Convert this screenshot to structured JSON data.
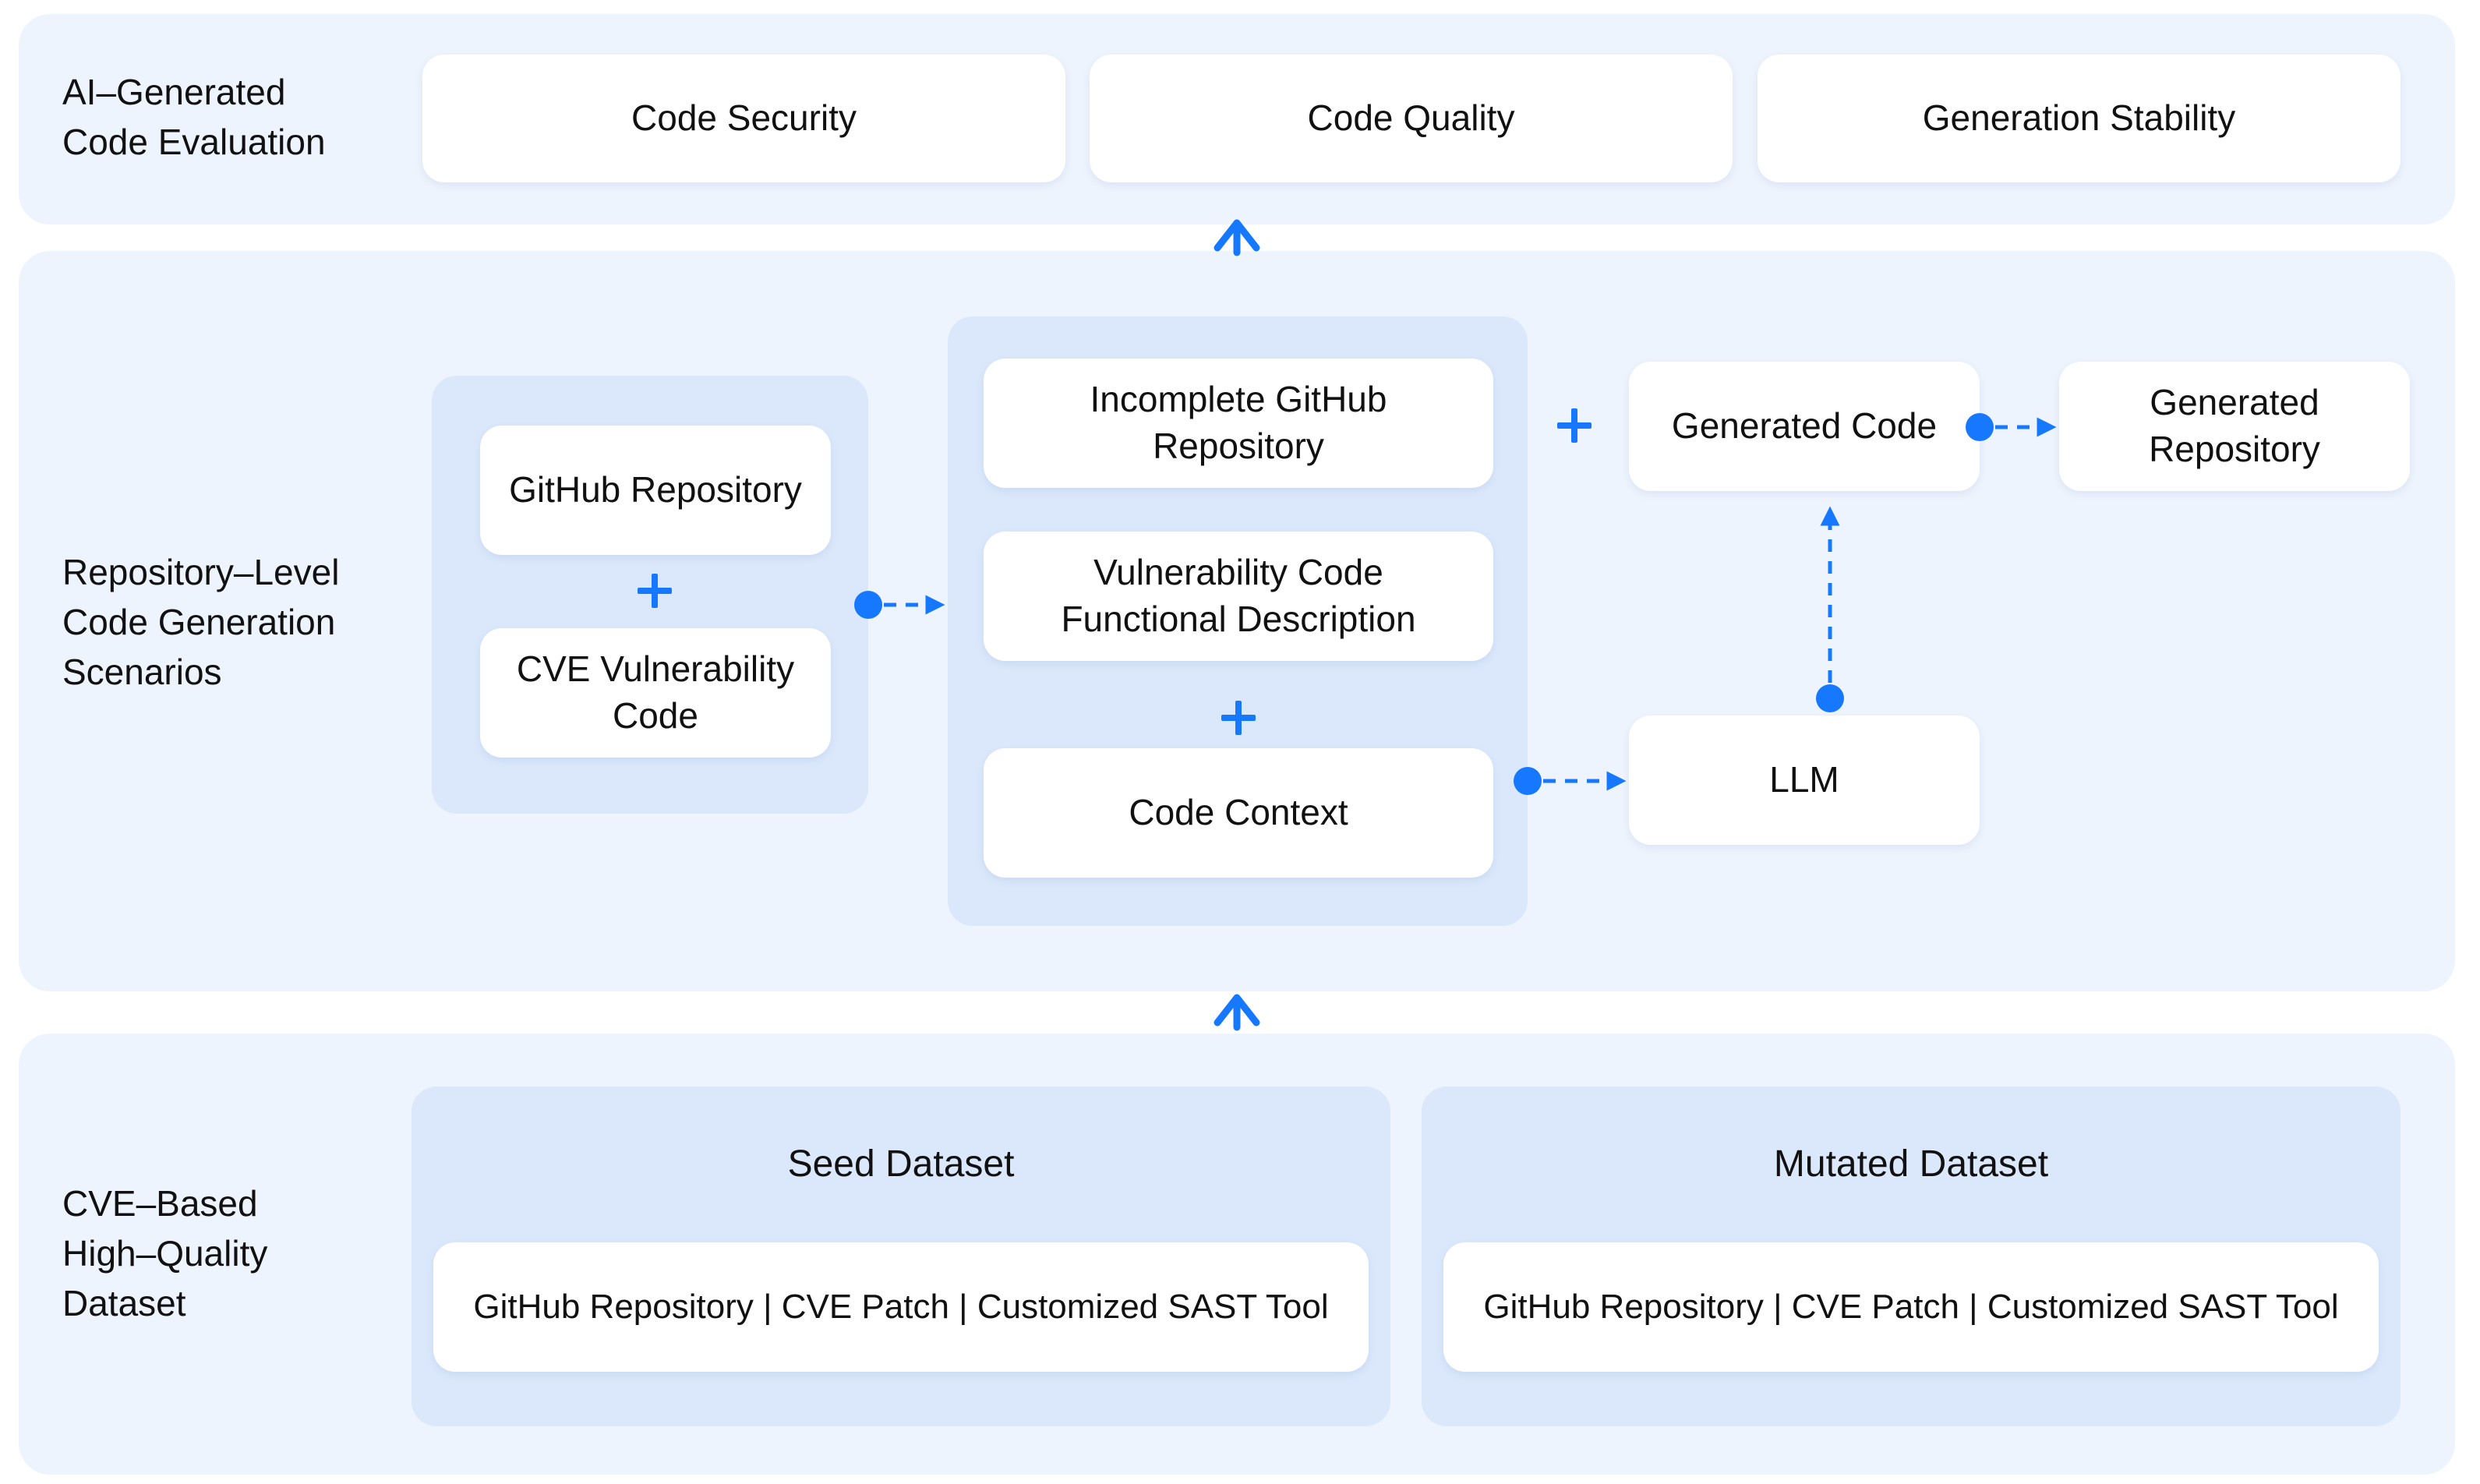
{
  "sections": {
    "evaluation": {
      "label": "AI–Generated\nCode Evaluation",
      "items": [
        "Code Security",
        "Code Quality",
        "Generation Stability"
      ]
    },
    "scenarios": {
      "label": "Repository–Level\nCode Generation\nScenarios",
      "input_group": {
        "repo": "GitHub Repository",
        "cve": "CVE Vulnerability\nCode"
      },
      "prompt_group": {
        "incomplete": "Incomplete GitHub\nRepository",
        "description": "Vulnerability Code\nFunctional Description",
        "context": "Code Context"
      },
      "generated_code": "Generated Code",
      "generated_repo": "Generated\nRepository",
      "llm": "LLM"
    },
    "dataset": {
      "label": "CVE–Based\nHigh–Quality\nDataset",
      "seed": {
        "title": "Seed Dataset",
        "content": "GitHub Repository | CVE Patch | Customized SAST Tool"
      },
      "mutated": {
        "title": "Mutated Dataset",
        "content": "GitHub Repository | CVE Patch | Customized SAST Tool"
      }
    }
  },
  "colors": {
    "accent": "#1677ff",
    "panel": "#eef4fd",
    "group": "#dbe8fb",
    "box": "#ffffff"
  }
}
